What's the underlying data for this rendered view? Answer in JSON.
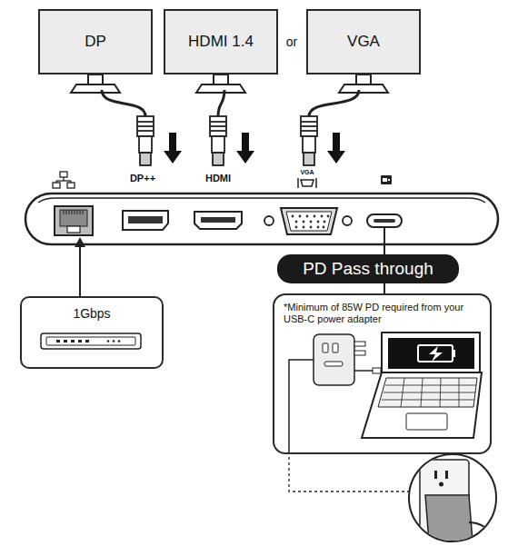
{
  "diagram": {
    "nodes": [
      {
        "text": [
          "DP"
        ]
      },
      {
        "text": [
          "HDMI 1.4"
        ]
      },
      {
        "text": [
          "VGA"
        ]
      },
      {
        "text": [
          "PD Pass through"
        ]
      },
      {
        "text": [
          "1Gbps"
        ]
      },
      {
        "text": [
          "*Minimum of 85W PD required from your USB-C power adapter"
        ]
      }
    ],
    "edges": [
      {
        "from": 3,
        "to": 5,
        "arrow": "none"
      }
    ],
    "labels": [
      "or",
      "DP++",
      "HDMI",
      "VGA"
    ]
  }
}
